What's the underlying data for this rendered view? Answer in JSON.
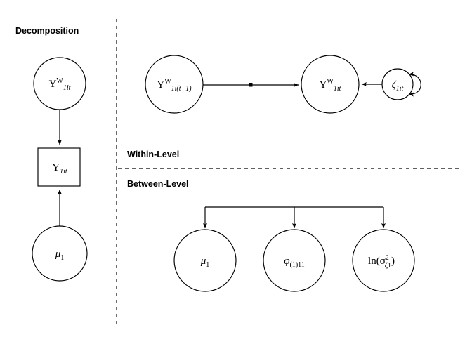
{
  "figure": {
    "title_decomposition": "Decomposition",
    "section_within": "Within-Level",
    "section_between": "Between-Level",
    "type": "path-diagram",
    "colors": {
      "background": "#ffffff",
      "stroke": "#000000",
      "node_fill": "#ffffff"
    }
  },
  "nodes": {
    "decomp_latent": {
      "label": "Y^W_1it",
      "base": "Y",
      "sup": "W",
      "sub": "1it",
      "shape": "circle",
      "panel": "decomposition"
    },
    "decomp_observed": {
      "label": "Y_1it",
      "base": "Y",
      "sub": "1it",
      "shape": "square",
      "panel": "decomposition"
    },
    "decomp_mean": {
      "label": "mu_1",
      "base": "μ",
      "sub": "1",
      "shape": "circle",
      "panel": "decomposition"
    },
    "within_lag": {
      "label": "Y^W_1i(t-1)",
      "base": "Y",
      "sup": "W",
      "sub": "1i(t−1)",
      "shape": "circle",
      "panel": "within"
    },
    "within_current": {
      "label": "Y^W_1it",
      "base": "Y",
      "sup": "W",
      "sub": "1it",
      "shape": "circle",
      "panel": "within"
    },
    "within_residual": {
      "label": "zeta_1it",
      "base": "ζ",
      "sub": "1it",
      "shape": "circle",
      "panel": "within"
    },
    "between_mean": {
      "label": "mu_1",
      "base": "μ",
      "sub": "1",
      "shape": "circle",
      "panel": "between"
    },
    "between_phi": {
      "label": "phi_(1)11",
      "base": "φ",
      "sub": "(1)11",
      "shape": "circle",
      "panel": "between"
    },
    "between_logvar": {
      "label": "ln(sigma^2_zeta1)",
      "base": "ln(σ",
      "sup": "2",
      "sub": "ζ1",
      "close": ")",
      "shape": "circle",
      "panel": "between"
    }
  },
  "edges": [
    {
      "name": "latent-to-observed",
      "from": "decomp_latent",
      "to": "decomp_observed",
      "style": "single-arrow"
    },
    {
      "name": "mean-to-observed",
      "from": "decomp_mean",
      "to": "decomp_observed",
      "style": "single-arrow"
    },
    {
      "name": "autoregression",
      "from": "within_lag",
      "to": "within_current",
      "style": "single-arrow-random-slope"
    },
    {
      "name": "residual-to-current",
      "from": "within_residual",
      "to": "within_current",
      "style": "single-arrow"
    },
    {
      "name": "residual-variance",
      "from": "within_residual",
      "to": "within_residual",
      "style": "double-arrow-loop"
    },
    {
      "name": "random-effect-mean",
      "from": "bracket",
      "to": "between_mean",
      "style": "single-arrow"
    },
    {
      "name": "random-effect-phi",
      "from": "bracket",
      "to": "between_phi",
      "style": "single-arrow"
    },
    {
      "name": "random-effect-logvar",
      "from": "bracket",
      "to": "between_logvar",
      "style": "single-arrow"
    }
  ]
}
